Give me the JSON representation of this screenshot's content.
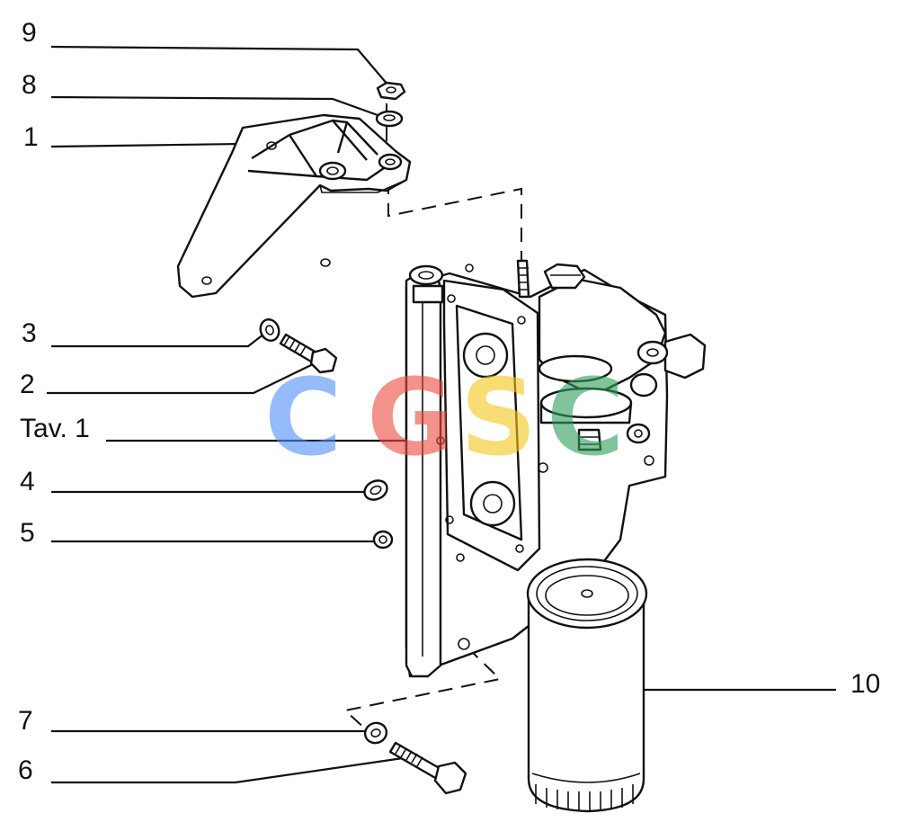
{
  "callouts": [
    {
      "id": "9",
      "label": "9"
    },
    {
      "id": "8",
      "label": "8"
    },
    {
      "id": "1",
      "label": "1"
    },
    {
      "id": "3",
      "label": "3"
    },
    {
      "id": "2",
      "label": "2"
    },
    {
      "id": "tav",
      "label": "Tav. 1"
    },
    {
      "id": "4",
      "label": "4"
    },
    {
      "id": "5",
      "label": "5"
    },
    {
      "id": "7",
      "label": "7"
    },
    {
      "id": "6",
      "label": "6"
    },
    {
      "id": "10",
      "label": "10"
    }
  ],
  "watermark": {
    "letters": [
      "C",
      "G",
      "S",
      "C"
    ],
    "colors": [
      "#4f8ff7",
      "#ea4a3f",
      "#f5c518",
      "#2e9e5b"
    ]
  }
}
